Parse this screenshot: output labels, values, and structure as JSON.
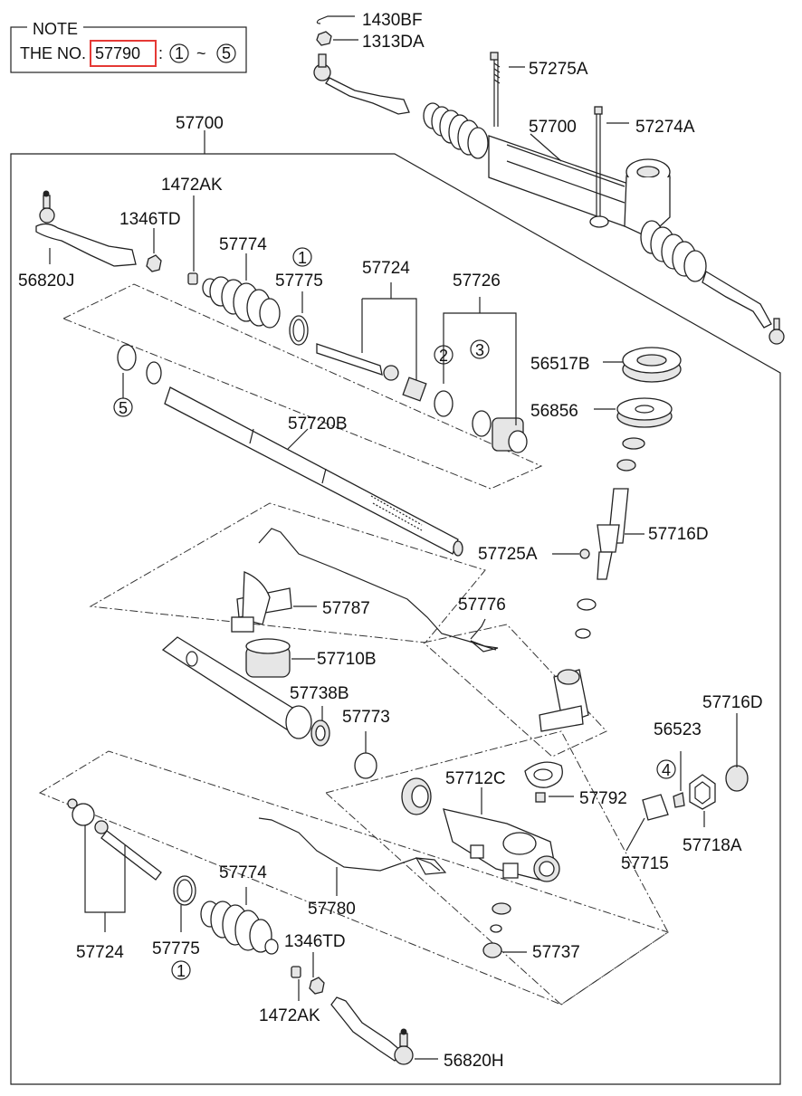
{
  "note": {
    "title": "NOTE",
    "prefix": "THE NO.",
    "part": "57790",
    "sep": ":",
    "from": "1",
    "range": "~",
    "to": "5"
  },
  "labels": {
    "p1430BF": "1430BF",
    "p1313DA": "1313DA",
    "p57275A": "57275A",
    "p57700_top": "57700",
    "p57274A": "57274A",
    "p57700_box": "57700",
    "p1472AK_top": "1472AK",
    "p1346TD_top": "1346TD",
    "p57774_top": "57774",
    "p56820J": "56820J",
    "p57775_top": "57775",
    "p57724_top": "57724",
    "p57726": "57726",
    "p56517B": "56517B",
    "p56856": "56856",
    "p57720B": "57720B",
    "p57725A": "57725A",
    "p57716D_a": "57716D",
    "p57787": "57787",
    "p57776": "57776",
    "p57710B": "57710B",
    "p57738B": "57738B",
    "p57773": "57773",
    "p57716D_b": "57716D",
    "p56523": "56523",
    "p57712C": "57712C",
    "p57792": "57792",
    "p57715": "57715",
    "p57718A": "57718A",
    "p57780": "57780",
    "p57774_bot": "57774",
    "p57724_bot": "57724",
    "p57775_bot": "57775",
    "p1346TD_bot": "1346TD",
    "p1472AK_bot": "1472AK",
    "p57737": "57737",
    "p56820H": "56820H"
  },
  "circled": {
    "c1_top": "1",
    "c2": "2",
    "c3": "3",
    "c5": "5",
    "c4": "4",
    "c1_bot": "1"
  },
  "colors": {
    "highlight_box": "#e53935",
    "line": "#222222"
  }
}
